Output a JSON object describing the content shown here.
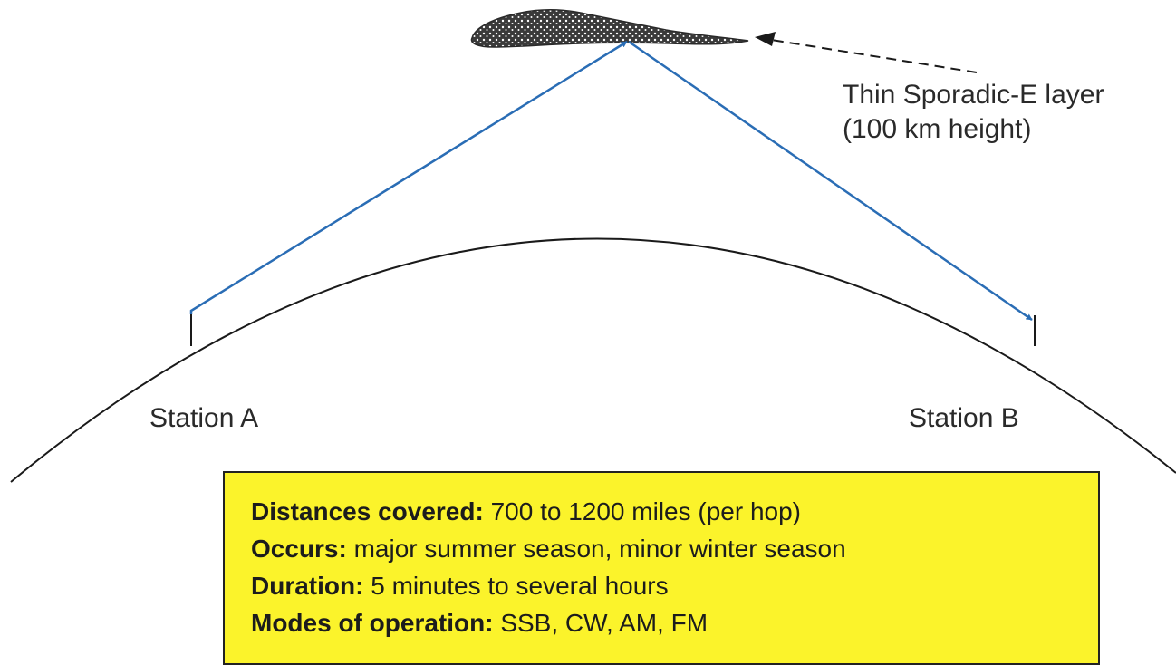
{
  "layer": {
    "label_line1": "Thin Sporadic-E layer",
    "label_line2": "(100 km height)"
  },
  "stations": {
    "a_label": "Station A",
    "b_label": "Station B"
  },
  "info": {
    "rows": [
      {
        "key": "Distances covered:",
        "value": "700 to 1200 miles (per hop)"
      },
      {
        "key": "Occurs:",
        "value": "major summer season, minor winter season"
      },
      {
        "key": "Duration:",
        "value": "5 minutes to several hours"
      },
      {
        "key": "Modes of operation:",
        "value": "SSB, CW, AM, FM"
      }
    ]
  },
  "colors": {
    "signal_path": "#2a6db5",
    "info_background": "#fbf32b",
    "earth_line": "#1a1a1a",
    "cloud_fill": "#3a3a3a"
  }
}
